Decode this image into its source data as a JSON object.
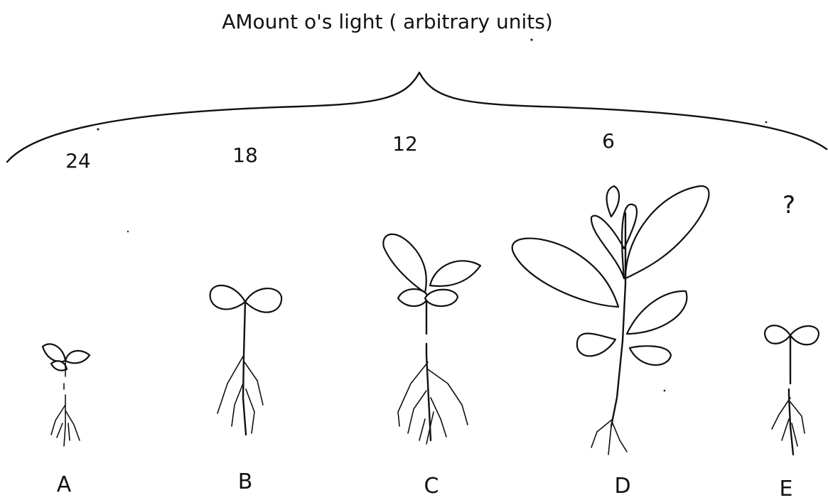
{
  "title": "AMount o's light ( arbitrary units)",
  "plants": [
    {
      "letter": "A",
      "amount": "24"
    },
    {
      "letter": "B",
      "amount": "18"
    },
    {
      "letter": "C",
      "amount": "12"
    },
    {
      "letter": "D",
      "amount": "6"
    },
    {
      "letter": "E",
      "amount": "?"
    }
  ]
}
